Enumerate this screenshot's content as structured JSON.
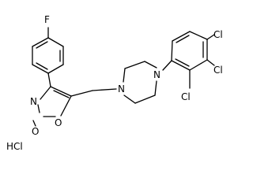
{
  "molecule": {
    "atoms": {
      "fluorine": "F",
      "chlorine_para": "Cl",
      "chlorine_meta": "Cl",
      "chlorine_ortho": "Cl",
      "piperazine_n_left": "N",
      "piperazine_n_right": "N",
      "oxazole_n": "N",
      "oxazole_o": "O",
      "carbonyl_o": "O"
    },
    "salt": "HCl"
  }
}
